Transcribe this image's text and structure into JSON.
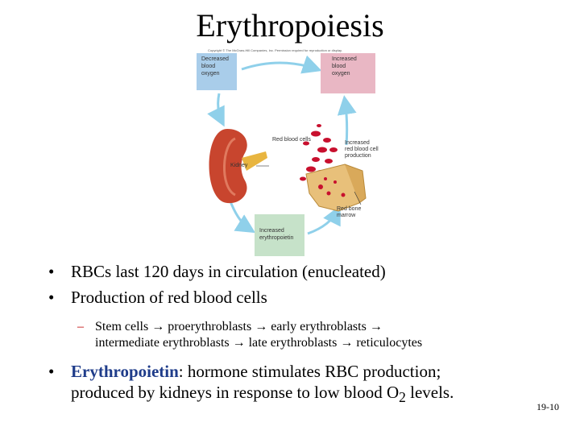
{
  "slide": {
    "title": "Erythropoiesis",
    "page_number": "19-10"
  },
  "figure": {
    "copyright": "Copyright © The McGraw-Hill Companies, Inc. Permission required for reproduction or display.",
    "box_decreased": [
      "Decreased",
      "blood",
      "oxygen"
    ],
    "box_increased_oxygen": [
      "Increased",
      "blood",
      "oxygen"
    ],
    "box_epo": [
      "Increased",
      "erythropoietin"
    ],
    "label_kidney": "Kidney",
    "label_rbc": "Red blood cells",
    "label_production": [
      "Increased",
      "red blood cell",
      "production"
    ],
    "label_marrow": [
      "Red bone",
      "marrow"
    ]
  },
  "bullets": [
    {
      "text": "RBCs last 120 days in circulation (enucleated)"
    },
    {
      "text": "Production of red blood cells"
    }
  ],
  "sub_bullet": {
    "line1": "Stem cells → proerythroblasts → early erythroblasts →",
    "line2": "intermediate erythroblasts → late erythroblasts → reticulocytes"
  },
  "bullet3": {
    "term": "Erythropoietin",
    "text_a": ": hormone stimulates RBC production;",
    "text_b": "produced by kidneys in response to low blood O",
    "subscript": "2",
    "text_c": " levels."
  },
  "colors": {
    "blue_box": "#a9cdea",
    "pink_box": "#e9b7c4",
    "green_box": "#c6e2c9",
    "arrow": "#8fd0ea",
    "kidney": "#c8452e",
    "rbc": "#c8102e",
    "bone": "#e8c07a",
    "emphasis": "#1f3c8a",
    "dash": "#c00000"
  }
}
